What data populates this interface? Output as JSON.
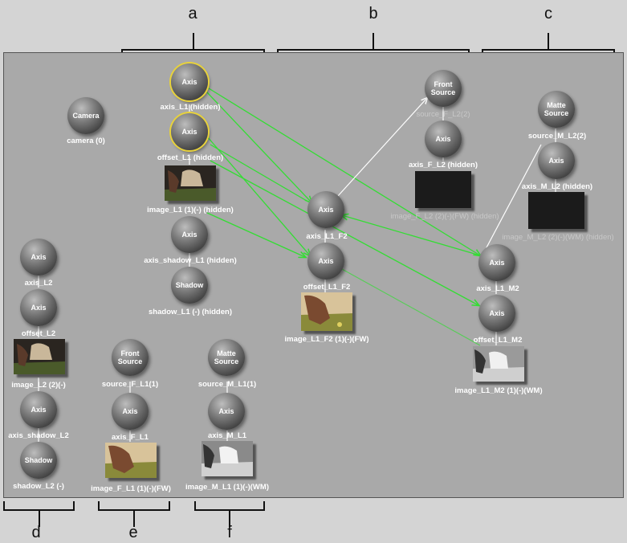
{
  "brackets": {
    "top": [
      "a",
      "b",
      "c"
    ],
    "bottom": [
      "d",
      "e",
      "f"
    ]
  },
  "nodes": {
    "camera": {
      "sphere": "Camera",
      "label": "camera (0)"
    },
    "axis_L1": {
      "sphere": "Axis",
      "label": "axis_L1 (hidden)"
    },
    "offset_L1": {
      "sphere": "Axis",
      "label": "offset_L1 (hidden)"
    },
    "image_L1": {
      "label": "image_L1 (1)(-) (hidden)"
    },
    "axis_shadow_L1": {
      "sphere": "Axis",
      "label": "axis_shadow_L1 (hidden)"
    },
    "shadow_L1": {
      "sphere": "Shadow",
      "label": "shadow_L1 (-) (hidden)"
    },
    "source_F_L2": {
      "sphere": "Front Source",
      "label": "source_F_L2(2)"
    },
    "axis_F_L2": {
      "sphere": "Axis",
      "label": "axis_F_L2 (hidden)"
    },
    "image_F_L2": {
      "label": "image_F_L2 (2)(-)(FW) (hidden)"
    },
    "source_M_L2": {
      "sphere": "Matte Source",
      "label": "source_M_L2(2)"
    },
    "axis_M_L2": {
      "sphere": "Axis",
      "label": "axis_M_L2 (hidden)"
    },
    "image_M_L2": {
      "label": "image_M_L2 (2)(-)(WM) (hidden)"
    },
    "axis_L1_F2": {
      "sphere": "Axis",
      "label": "axis_L1_F2"
    },
    "offset_L1_F2": {
      "sphere": "Axis",
      "label": "offset_L1_F2"
    },
    "image_L1_F2": {
      "label": "image_L1_F2 (1)(-)(FW)"
    },
    "axis_L1_M2": {
      "sphere": "Axis",
      "label": "axis_L1_M2"
    },
    "offset_L1_M2": {
      "sphere": "Axis",
      "label": "offset_L1_M2"
    },
    "image_L1_M2": {
      "label": "image_L1_M2 (1)(-)(WM)"
    },
    "axis_L2": {
      "sphere": "Axis",
      "label": "axis_L2"
    },
    "offset_L2": {
      "sphere": "Axis",
      "label": "offset_L2"
    },
    "image_L2": {
      "label": "image_L2 (2)(-)"
    },
    "axis_shadow_L2": {
      "sphere": "Axis",
      "label": "axis_shadow_L2"
    },
    "shadow_L2": {
      "sphere": "Shadow",
      "label": "shadow_L2 (-)"
    },
    "source_F_L1": {
      "sphere": "Front Source",
      "label": "source_F_L1(1)"
    },
    "axis_F_L1": {
      "sphere": "Axis",
      "label": "axis_F_L1"
    },
    "image_F_L1": {
      "label": "image_F_L1 (1)(-)(FW)"
    },
    "source_M_L1": {
      "sphere": "Matte Source",
      "label": "source_M_L1(1)"
    },
    "axis_M_L1": {
      "sphere": "Axis",
      "label": "axis_M_L1"
    },
    "image_M_L1": {
      "label": "image_M_L1 (1)(-)(WM)"
    }
  },
  "colors": {
    "link_green": "#33dd33",
    "link_white": "#ffffff",
    "selection": "#e8d23a",
    "panel": "#a9a9a9"
  }
}
